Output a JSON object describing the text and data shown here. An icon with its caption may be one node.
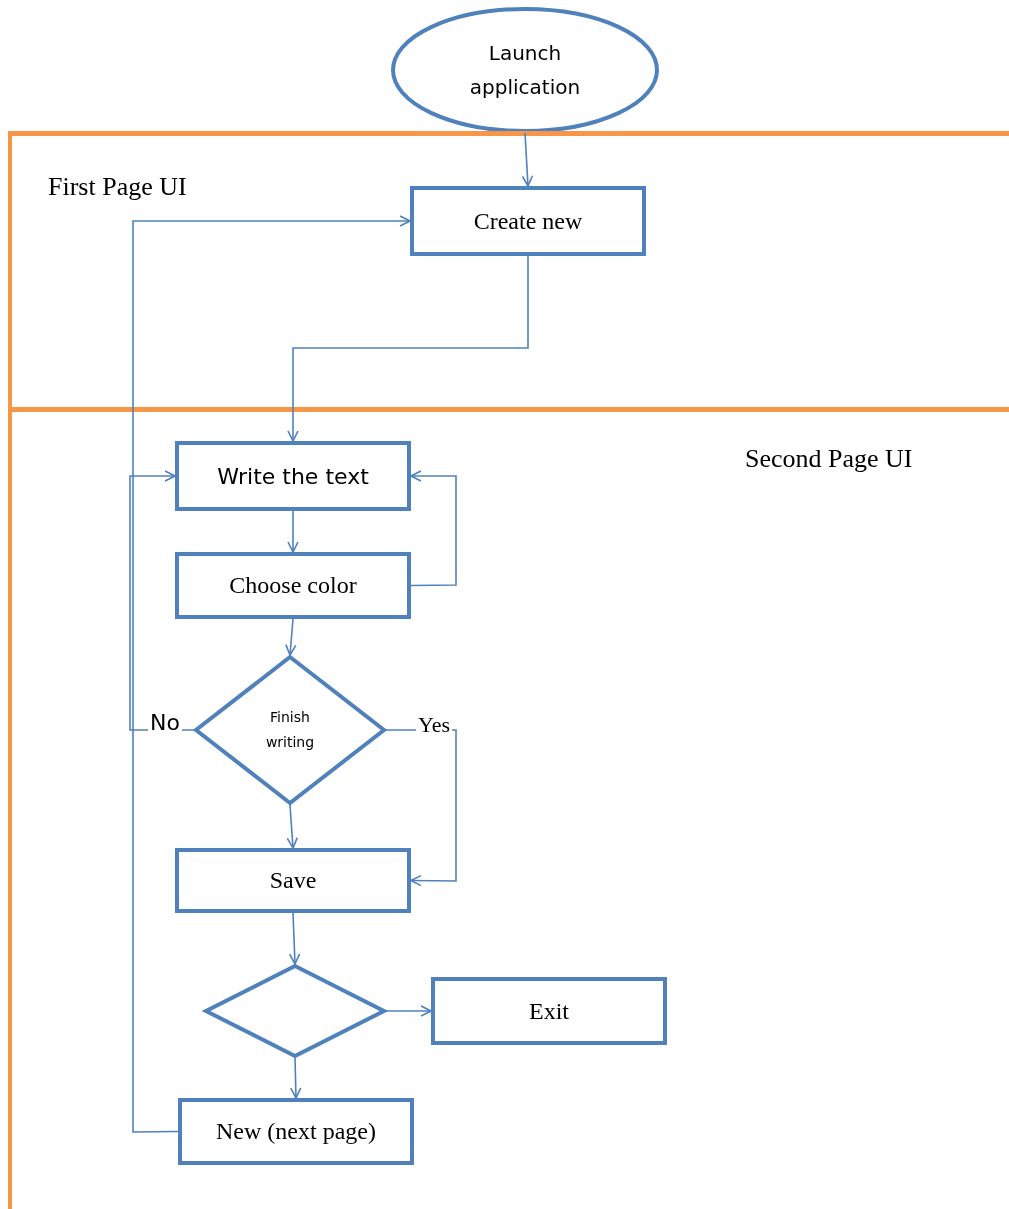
{
  "diagram": {
    "nodes": [
      {
        "text": [
          "Launch application"
        ]
      },
      {
        "text": [
          "First Page UI"
        ]
      },
      {
        "text": [
          "Create new"
        ],
        "in": 1
      },
      {
        "text": [
          "Second Page UI"
        ]
      },
      {
        "text": [
          "Write the text"
        ],
        "in": 3
      },
      {
        "text": [
          "Choose color"
        ],
        "in": 3
      },
      {
        "text": [
          "Finish writing"
        ],
        "in": 3
      },
      {
        "text": [
          "Save"
        ],
        "in": 3
      },
      {
        "text": [],
        "shape": "diamond",
        "in": 3
      },
      {
        "text": [
          "Exit"
        ],
        "in": 3
      },
      {
        "text": [
          "New (next page)"
        ],
        "in": 3
      }
    ],
    "edges": [
      {
        "from": 0,
        "to": 2,
        "arrow": "to"
      },
      {
        "from": 2,
        "to": 4,
        "arrow": "to"
      },
      {
        "from": 4,
        "to": 5,
        "arrow": "to"
      },
      {
        "from": 5,
        "to": 4,
        "arrow": "to"
      },
      {
        "from": 5,
        "to": 6,
        "arrow": "to"
      },
      {
        "from": 6,
        "to": 4,
        "arrow": "to",
        "label": "No"
      },
      {
        "from": 6,
        "to": 7,
        "arrow": "to",
        "label": "Yes"
      },
      {
        "from": 6,
        "to": 7,
        "arrow": "to"
      },
      {
        "from": 7,
        "to": 8,
        "arrow": "to"
      },
      {
        "from": 8,
        "to": 9,
        "arrow": "to"
      },
      {
        "from": 8,
        "to": 10,
        "arrow": "to"
      },
      {
        "from": 10,
        "to": 2,
        "arrow": "to"
      }
    ]
  }
}
